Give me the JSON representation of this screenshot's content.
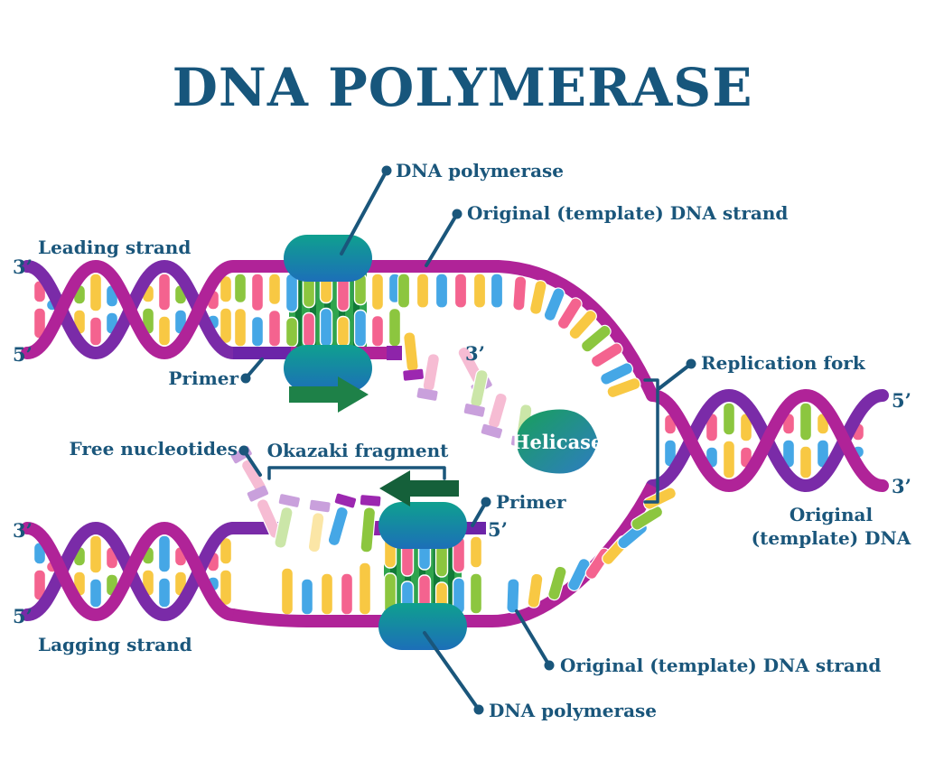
{
  "title": "DNA POLYMERASE",
  "labels": {
    "leading_strand": "Leading strand",
    "lagging_strand": "Lagging strand",
    "dna_polymerase": "DNA polymerase",
    "original_template_strand": "Original (template) DNA strand",
    "original_template_dna_line1": "Original",
    "original_template_dna_line2": "(template) DNA",
    "replication_fork": "Replication fork",
    "helicase": "Helicase",
    "primer": "Primer",
    "free_nucleotides": "Free nucleotides",
    "okazaki_fragment": "Okazaki fragment",
    "three_prime": "3’",
    "five_prime": "5’"
  },
  "colors": {
    "label_navy": "#1A567B",
    "title_navy": "#17567C",
    "backbone_magenta": "#B02398",
    "backbone_purple": "#7A2BA8",
    "primer_purple": "#6B24A8",
    "strand_end_purple": "#8E24AA",
    "base_pink": "#F4638F",
    "base_blue": "#45A7E6",
    "base_yellow": "#F8C843",
    "base_green": "#8CC63F",
    "pale_pink": "#F6BCD3",
    "pale_green": "#CBE6A8",
    "pale_yellow": "#FBE6A6",
    "pale_blue": "#A9D7F2",
    "cap_lavender": "#C9A0DC",
    "cap_purple": "#9C27B0",
    "polymerase_green": "#2FA44D",
    "polymerase_stripe": "#117A38",
    "cap_gradient_top": "#0FA08F",
    "cap_gradient_bottom": "#1C6FB8",
    "helicase_green": "#18A05A",
    "helicase_blue": "#2E7CC3",
    "arrow_green": "#1E8148",
    "arrow_dark_green": "#15603A"
  }
}
